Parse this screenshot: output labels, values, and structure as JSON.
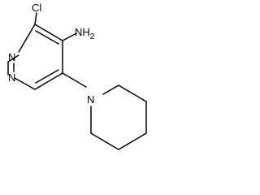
{
  "structure": {
    "atoms": {
      "cl": "Cl",
      "nh2": "NH2",
      "n_ring_top": "N",
      "n_ring_bottom": "N",
      "n_piperidine": "N"
    }
  },
  "colors": {
    "bond": "#000000",
    "label": "#000000",
    "background": "#ffffff"
  }
}
